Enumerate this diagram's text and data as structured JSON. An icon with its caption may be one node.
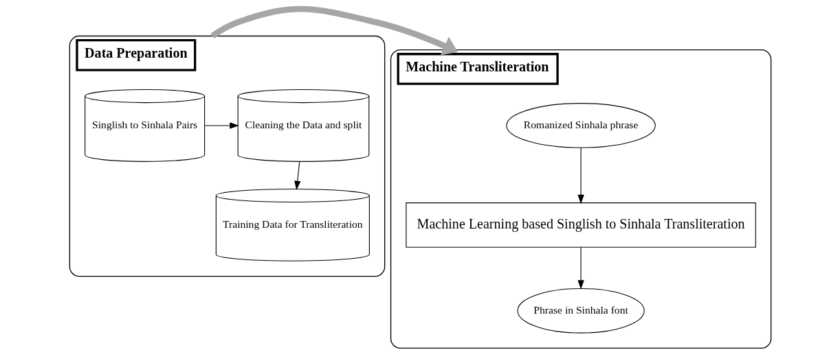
{
  "diagram": {
    "nodes": [
      {
        "text": [
          "Data Preparation"
        ]
      },
      {
        "text": [
          "Singlish to Sinhala Pairs"
        ],
        "in": 0
      },
      {
        "text": [
          "Cleaning the Data and split"
        ],
        "in": 0
      },
      {
        "text": [
          "Training Data for Transliteration"
        ],
        "in": 0
      },
      {
        "text": [
          "Machine Transliteration"
        ]
      },
      {
        "text": [
          "Romanized Sinhala phrase"
        ],
        "in": 4
      },
      {
        "text": [
          "Machine Learning based Singlish to Sinhala Transliteration"
        ],
        "in": 4
      },
      {
        "text": [
          "Phrase in Sinhala font"
        ],
        "in": 4
      }
    ],
    "edges": [
      {
        "from": 1,
        "to": 2,
        "arrow": "to"
      },
      {
        "from": 2,
        "to": 3,
        "arrow": "to"
      },
      {
        "from": 0,
        "to": 4,
        "arrow": "to",
        "style": "thick",
        "color": "#a6a6a6"
      },
      {
        "from": 5,
        "to": 6,
        "arrow": "to"
      },
      {
        "from": 6,
        "to": 7,
        "arrow": "to"
      }
    ]
  }
}
